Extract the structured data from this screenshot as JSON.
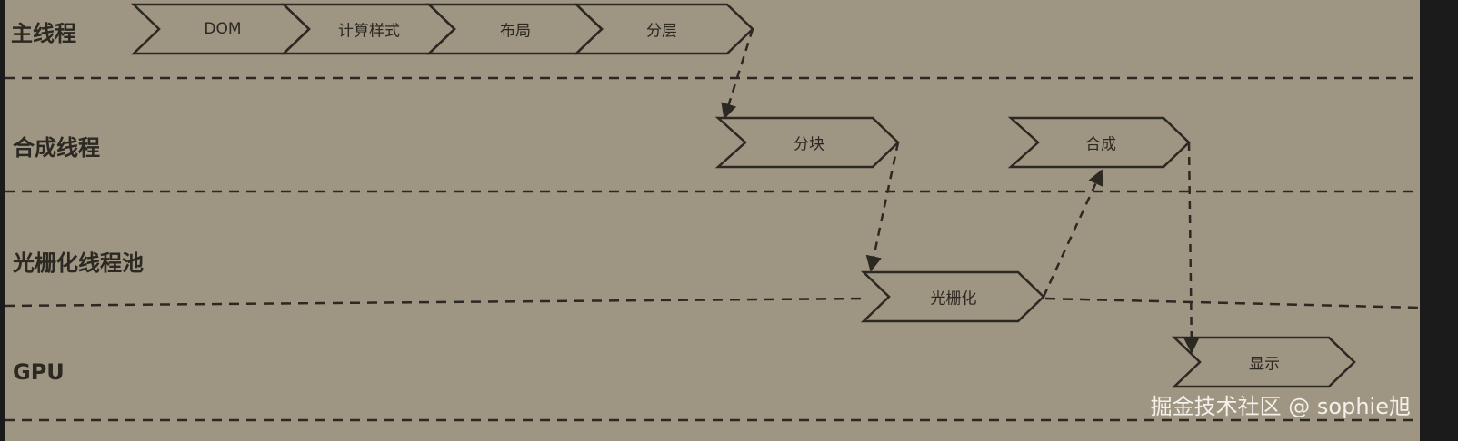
{
  "lanes": [
    {
      "label": "主线程"
    },
    {
      "label": "合成线程"
    },
    {
      "label": "光栅化线程池"
    },
    {
      "label": "GPU"
    }
  ],
  "steps": [
    {
      "label": "DOM",
      "lane": "主线程"
    },
    {
      "label": "计算样式",
      "lane": "主线程"
    },
    {
      "label": "布局",
      "lane": "主线程"
    },
    {
      "label": "分层",
      "lane": "主线程"
    },
    {
      "label": "分块",
      "lane": "合成线程"
    },
    {
      "label": "合成",
      "lane": "合成线程"
    },
    {
      "label": "光栅化",
      "lane": "光栅化线程池"
    },
    {
      "label": "显示",
      "lane": "GPU"
    }
  ],
  "flows": [
    {
      "from": "分层",
      "to": "分块"
    },
    {
      "from": "分块",
      "to": "光栅化"
    },
    {
      "from": "光栅化",
      "to": "合成"
    },
    {
      "from": "合成",
      "to": "显示"
    }
  ],
  "watermark": "掘金技术社区 @ sophie旭",
  "colors": {
    "background": "#9e9583",
    "ink": "#2c2822",
    "frame": "#1b1b1b"
  }
}
